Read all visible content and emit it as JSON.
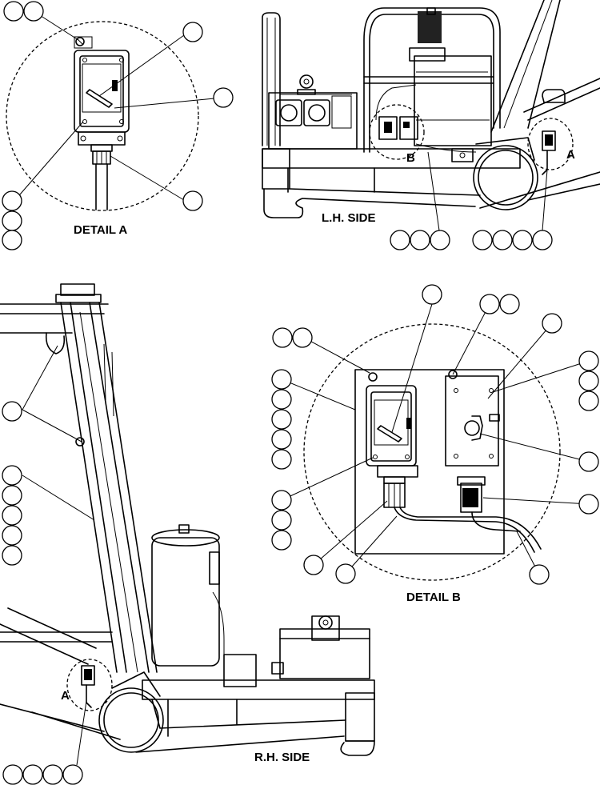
{
  "labels": {
    "detail_a": "DETAIL A",
    "detail_b": "DETAIL B",
    "lh_side": "L.H. SIDE",
    "rh_side": "R.H. SIDE",
    "marker_a": "A",
    "marker_b": "B"
  }
}
